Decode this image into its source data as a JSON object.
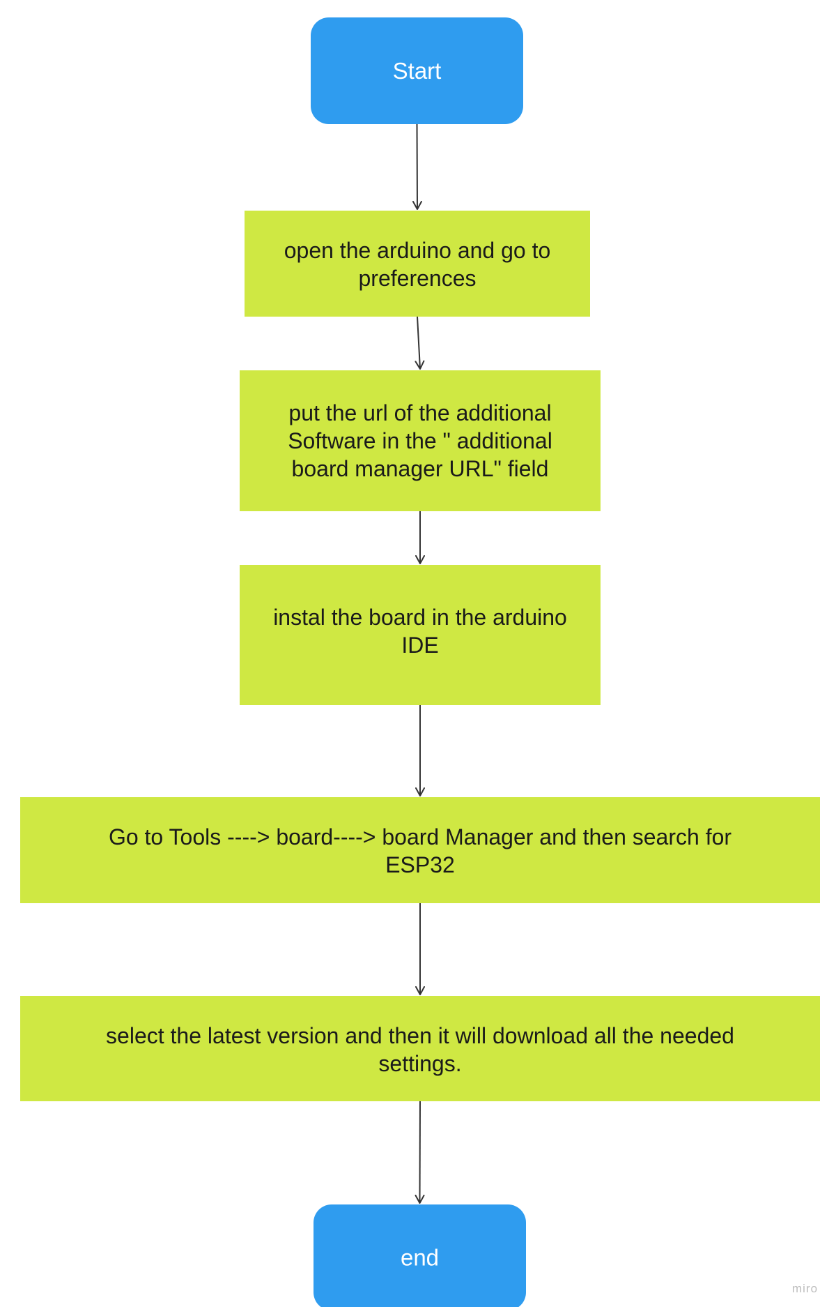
{
  "colors": {
    "terminal_fill": "#2f9cef",
    "terminal_text": "#ffffff",
    "process_fill": "#cfe843",
    "process_text": "#1a1a1a",
    "connector": "#333333",
    "watermark": "#bdbdbd",
    "background": "#ffffff"
  },
  "nodes": [
    {
      "id": "start",
      "shape": "terminal",
      "lines": [
        "Start"
      ]
    },
    {
      "id": "step-1",
      "shape": "process",
      "lines": [
        "open the arduino and go to",
        "preferences"
      ]
    },
    {
      "id": "step-2",
      "shape": "process",
      "lines": [
        "put the url of the additional",
        "Software in the \" additional",
        "board manager URL\" field"
      ]
    },
    {
      "id": "step-3",
      "shape": "process",
      "lines": [
        "instal the board in the arduino",
        "IDE"
      ]
    },
    {
      "id": "step-4",
      "shape": "process",
      "lines": [
        "Go to Tools ----> board----> board Manager and then search for",
        "ESP32"
      ]
    },
    {
      "id": "step-5",
      "shape": "process",
      "lines": [
        "select the latest version and then it will download all the needed",
        "settings."
      ]
    },
    {
      "id": "end",
      "shape": "terminal",
      "lines": [
        "end"
      ]
    }
  ],
  "edges": [
    {
      "from": "start",
      "to": "step-1"
    },
    {
      "from": "step-1",
      "to": "step-2"
    },
    {
      "from": "step-2",
      "to": "step-3"
    },
    {
      "from": "step-3",
      "to": "step-4"
    },
    {
      "from": "step-4",
      "to": "step-5"
    },
    {
      "from": "step-5",
      "to": "end"
    }
  ],
  "watermark": {
    "text": "miro"
  }
}
